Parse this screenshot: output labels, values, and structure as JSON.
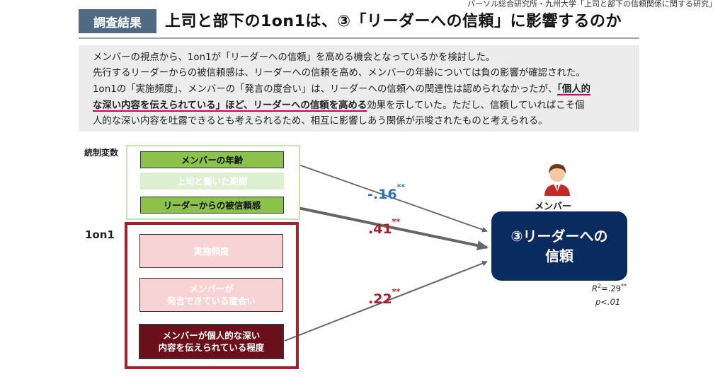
{
  "header": {
    "source": "パーソル総合研究所・九州大学「上司と部下の信頼関係に関する研究」",
    "tag": "調査結果",
    "title": "上司と部下の1on1は、③「リーダーへの信頼」に影響するのか"
  },
  "summary": {
    "line1": "メンバーの視点から、1on1が「リーダーへの信頼」を高める機会となっているかを検討した。",
    "line2": "先行するリーダーからの被信頼感は、リーダーへの信頼を高め、メンバーの年齢については負の影響が確認された。",
    "line3_pre": "1on1の「実施頻度」、メンバーの「発言の度合い」は、リーダーへの信頼への関連性は認められなかったが、",
    "line3_hl": "「個人的",
    "line4_hl": "な深い内容を伝えられている」ほど、リーダーへの信頼を高める",
    "line4_post": "効果を示していた。ただし、信頼していればこそ個",
    "line5": "人的な深い内容を吐露できるとも考えられるため、相互に影響しあう関係が示唆されたものと考えられる。"
  },
  "diagram": {
    "control_label": "統制変数",
    "control_vars": {
      "age": "メンバーの年齢",
      "period": "上司と働いた期間",
      "trust_from_leader": "リーダーからの被信頼感"
    },
    "oneon1_label": "1on1",
    "oneon1_vars": {
      "frequency": "実施頻度",
      "speaking_line1": "メンバーが",
      "speaking_line2": "発言できている度合い",
      "deep_line1": "メンバーが個人的な深い",
      "deep_line2": "内容を伝えられている程度"
    },
    "member_label": "メンバー",
    "outcome_line1": "③リーダーへの",
    "outcome_line2": "信頼",
    "coefficients": {
      "age": "-.16",
      "trust_from_leader": ".41",
      "deep": ".22",
      "significance": "**"
    },
    "r2_label": "R",
    "r2_sup": "2",
    "r2_value": "=.29",
    "r2_sig": "**",
    "p_value": "p<.01"
  },
  "colors": {
    "tag_bg": "#4f6b83",
    "control_green": "#8bc34a",
    "control_light": "#dcefd0",
    "oneon1_border": "#a6202b",
    "pink": "#f7d3d4",
    "deep_red": "#6b0f1a",
    "outcome_navy": "#0b2a5e",
    "negative_blue": "#2e75b6",
    "positive_red": "#a6202b",
    "highlight_magenta": "#c8006e"
  },
  "icons": {
    "member": "person-icon"
  }
}
